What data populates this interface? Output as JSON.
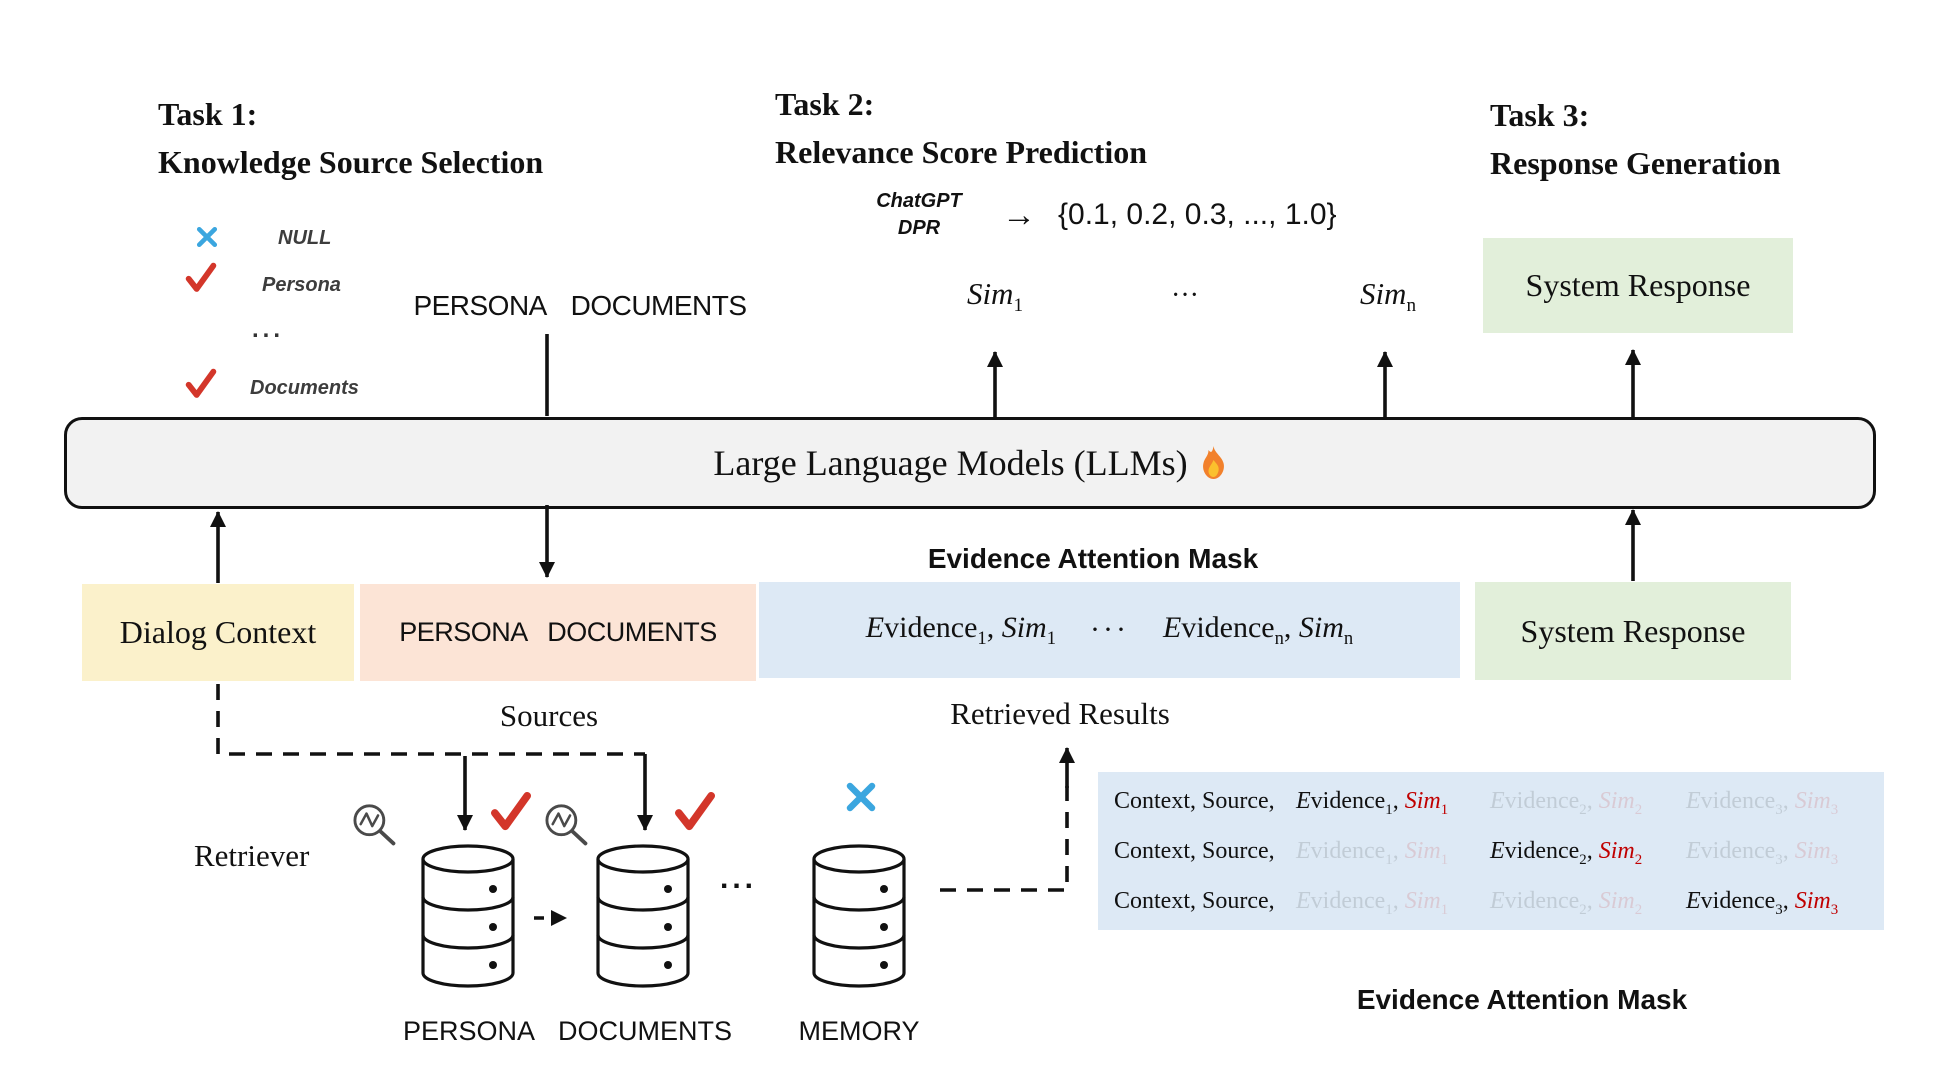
{
  "palette": {
    "yellow_box": "#FBF1CB",
    "pink_box": "#FCE4D6",
    "blue_box": "#DDE9F5",
    "green_box": "#E2EFDA",
    "bar_gray": "#F2F2F2",
    "sim_red": "#C00000",
    "check_red": "#D3362A",
    "x_blue": "#3BA6DF"
  },
  "task1": {
    "title1": "Task 1:",
    "title2": "Knowledge Source Selection",
    "legend": [
      {
        "icon": "x-icon",
        "label": "NULL"
      },
      {
        "icon": "check-icon",
        "label": "Persona"
      },
      {
        "icon": "ellipsis",
        "label": "..."
      },
      {
        "icon": "check-icon",
        "label": "Documents"
      }
    ],
    "sources_label": "PERSONA DOCUMENTS"
  },
  "task2": {
    "title1": "Task 2:",
    "title2": "Relevance Score Prediction",
    "model1": "ChatGPT",
    "model2": "DPR",
    "arrow": "→",
    "score_set": "{0.1, 0.2, 0.3, ..., 1.0}",
    "sim_base": "Sim",
    "sim_sub_first": "1",
    "sim_sub_last": "n",
    "dots": "···"
  },
  "task3": {
    "title1": "Task 3:",
    "title2": "Response Generation",
    "box_label": "System Response"
  },
  "llm_bar": {
    "label": "Large Language Models (LLMs)",
    "flame_icon": "flame-icon"
  },
  "middle_row": {
    "mask_label": "Evidence Attention Mask",
    "dialog_label": "Dialog Context",
    "sources_label": "PERSONA DOCUMENTS",
    "response_label": "System Response",
    "evidence_box": {
      "evidence_base": "Evidence",
      "sim_base": "Sim",
      "first_sub": "1",
      "last_sub": "n",
      "dots": "···"
    }
  },
  "bottom": {
    "sources_label": "Sources",
    "retriever_label": "Retriever",
    "retrieved_label": "Retrieved Results",
    "db_labels": [
      "PERSONA",
      "DOCUMENTS",
      "MEMORY"
    ],
    "between_dots": "...",
    "mask_label": "Evidence Attention Mask",
    "mask_box": {
      "prefix": "Context, Source,",
      "evidence_base": "Evidence",
      "sim_base": "Sim",
      "groups": [
        {
          "sub": "1"
        },
        {
          "sub": "2"
        },
        {
          "sub": "3"
        }
      ],
      "visibility": [
        [
          true,
          false,
          false
        ],
        [
          false,
          true,
          false
        ],
        [
          false,
          false,
          true
        ]
      ]
    }
  }
}
